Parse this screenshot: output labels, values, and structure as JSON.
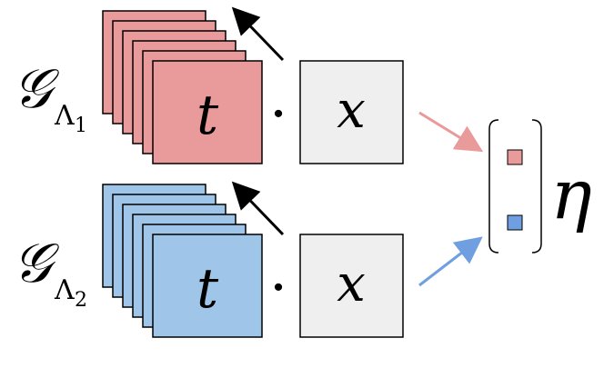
{
  "rows": [
    {
      "group_symbol": "𝒢",
      "group_subscript": "Λ",
      "group_subscript_index": "1",
      "filter_label": "t",
      "dot": "·",
      "input_label": "x",
      "fill": "#e99a9b",
      "arrow_color": "#e99a9b"
    },
    {
      "group_symbol": "𝒢",
      "group_subscript": "Λ",
      "group_subscript_index": "2",
      "filter_label": "t",
      "dot": "·",
      "input_label": "x",
      "fill": "#9fc5e8",
      "arrow_color": "#6f9fe0"
    }
  ],
  "input_fill": "#efefef",
  "output_label": "η",
  "output_cell_colors": [
    "#e99a9b",
    "#6f9fe0"
  ]
}
